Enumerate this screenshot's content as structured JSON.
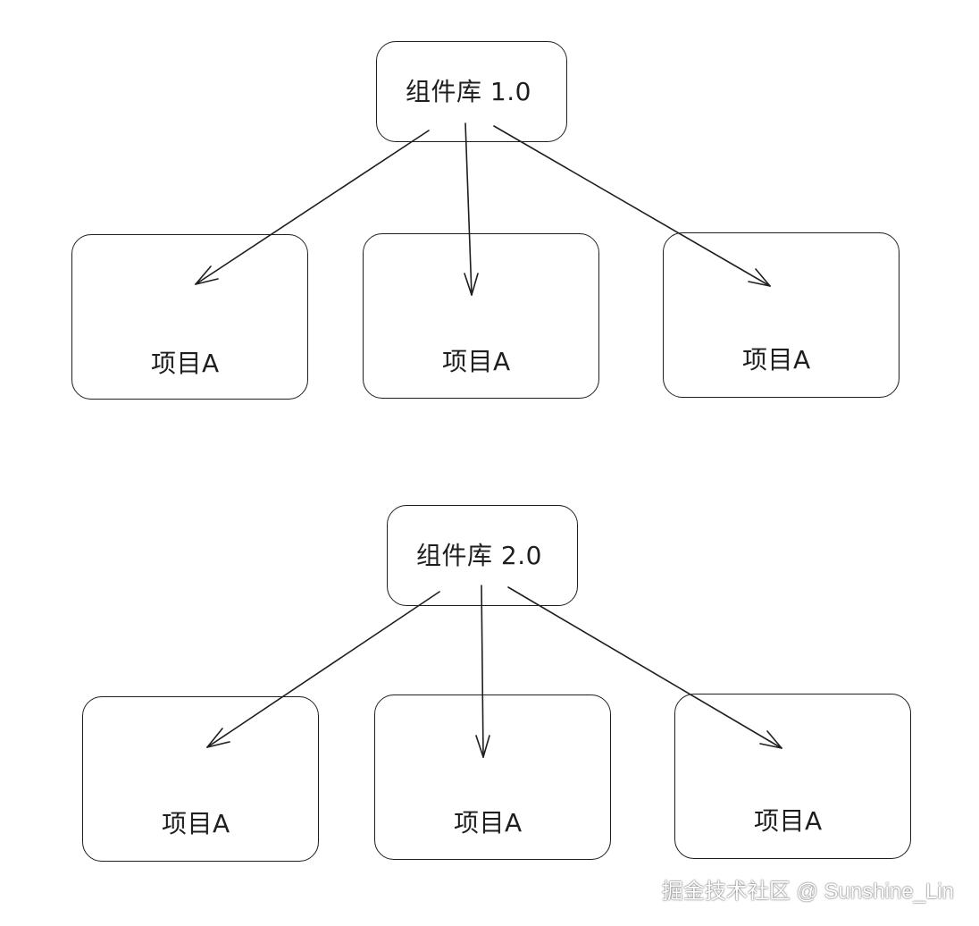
{
  "diagrams": [
    {
      "root": {
        "label": "组件库 1.0"
      },
      "children": [
        {
          "label": "项目A"
        },
        {
          "label": "项目A"
        },
        {
          "label": "项目A"
        }
      ]
    },
    {
      "root": {
        "label": "组件库 2.0"
      },
      "children": [
        {
          "label": "项目A"
        },
        {
          "label": "项目A"
        },
        {
          "label": "项目A"
        }
      ]
    }
  ],
  "watermark": "掘金技术社区 @ Sunshine_Lin",
  "colors": {
    "stroke": "#1e1e1e",
    "background": "#ffffff"
  }
}
